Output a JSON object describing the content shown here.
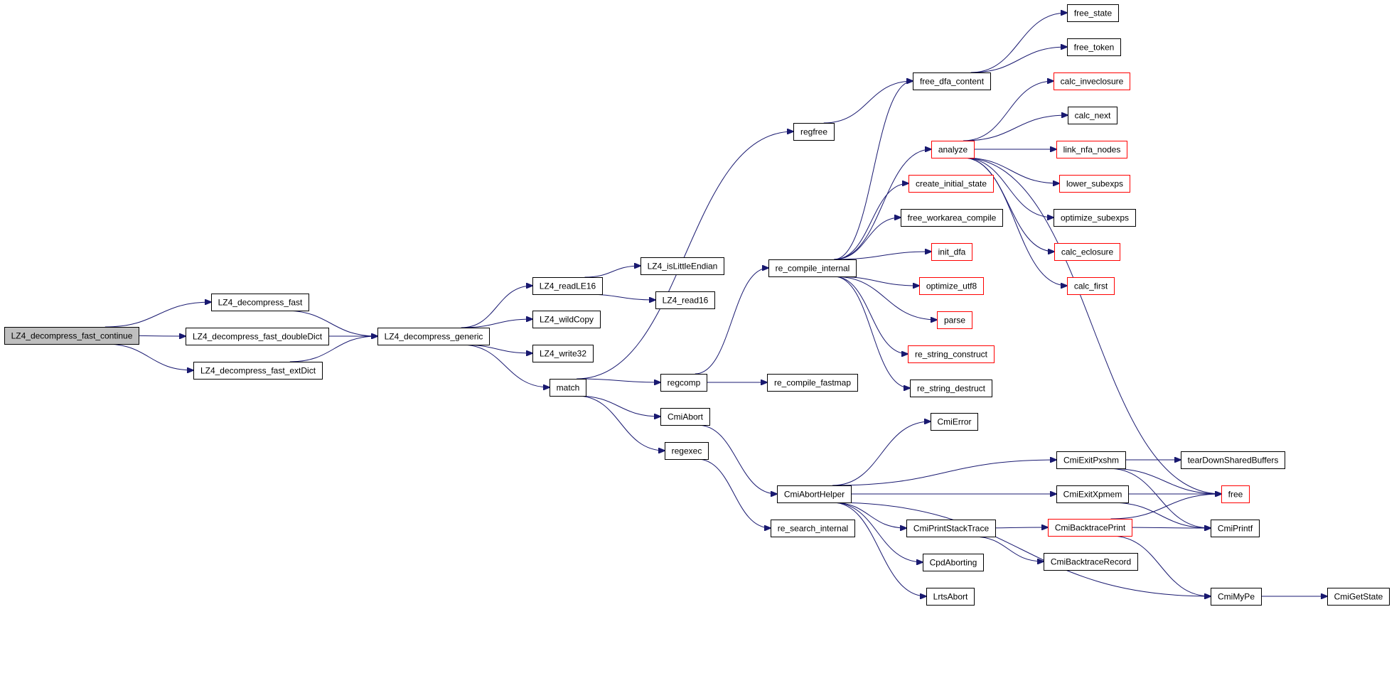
{
  "graph": {
    "colors": {
      "edge": "#191970",
      "node_border": "#000000",
      "truncated_node_border": "#ff0000",
      "root_fill": "#bfbfbf"
    },
    "nodes": [
      {
        "id": "n_root",
        "label": "LZ4_decompress_fast_continue",
        "style": "root"
      },
      {
        "id": "n_fast",
        "label": "LZ4_decompress_fast",
        "style": "normal"
      },
      {
        "id": "n_fast_dd",
        "label": "LZ4_decompress_fast_doubleDict",
        "style": "normal"
      },
      {
        "id": "n_fast_ext",
        "label": "LZ4_decompress_fast_extDict",
        "style": "normal"
      },
      {
        "id": "n_generic",
        "label": "LZ4_decompress_generic",
        "style": "normal"
      },
      {
        "id": "n_readle16",
        "label": "LZ4_readLE16",
        "style": "normal"
      },
      {
        "id": "n_islittle",
        "label": "LZ4_isLittleEndian",
        "style": "normal"
      },
      {
        "id": "n_read16",
        "label": "LZ4_read16",
        "style": "normal"
      },
      {
        "id": "n_wildcopy",
        "label": "LZ4_wildCopy",
        "style": "normal"
      },
      {
        "id": "n_write32",
        "label": "LZ4_write32",
        "style": "normal"
      },
      {
        "id": "n_match",
        "label": "match",
        "style": "normal"
      },
      {
        "id": "n_regfree",
        "label": "regfree",
        "style": "normal"
      },
      {
        "id": "n_regcomp",
        "label": "regcomp",
        "style": "normal"
      },
      {
        "id": "n_cmiabort",
        "label": "CmiAbort",
        "style": "normal"
      },
      {
        "id": "n_regexec",
        "label": "regexec",
        "style": "normal"
      },
      {
        "id": "n_recompint",
        "label": "re_compile_internal",
        "style": "normal"
      },
      {
        "id": "n_recompfast",
        "label": "re_compile_fastmap",
        "style": "normal"
      },
      {
        "id": "n_cmiaborthelper",
        "label": "CmiAbortHelper",
        "style": "normal"
      },
      {
        "id": "n_researchint",
        "label": "re_search_internal",
        "style": "normal"
      },
      {
        "id": "n_freedfa",
        "label": "free_dfa_content",
        "style": "normal"
      },
      {
        "id": "n_freestate",
        "label": "free_state",
        "style": "normal"
      },
      {
        "id": "n_freetoken",
        "label": "free_token",
        "style": "normal"
      },
      {
        "id": "n_analyze",
        "label": "analyze",
        "style": "truncated"
      },
      {
        "id": "n_createinit",
        "label": "create_initial_state",
        "style": "truncated"
      },
      {
        "id": "n_freework",
        "label": "free_workarea_compile",
        "style": "normal"
      },
      {
        "id": "n_initdfa",
        "label": "init_dfa",
        "style": "truncated"
      },
      {
        "id": "n_optutf8",
        "label": "optimize_utf8",
        "style": "truncated"
      },
      {
        "id": "n_parse",
        "label": "parse",
        "style": "truncated"
      },
      {
        "id": "n_rescon",
        "label": "re_string_construct",
        "style": "truncated"
      },
      {
        "id": "n_resdes",
        "label": "re_string_destruct",
        "style": "normal"
      },
      {
        "id": "n_calcinv",
        "label": "calc_inveclosure",
        "style": "truncated"
      },
      {
        "id": "n_calcnext",
        "label": "calc_next",
        "style": "normal"
      },
      {
        "id": "n_linknfa",
        "label": "link_nfa_nodes",
        "style": "truncated"
      },
      {
        "id": "n_lowersub",
        "label": "lower_subexps",
        "style": "truncated"
      },
      {
        "id": "n_optsub",
        "label": "optimize_subexps",
        "style": "normal"
      },
      {
        "id": "n_calcecl",
        "label": "calc_eclosure",
        "style": "truncated"
      },
      {
        "id": "n_calcfirst",
        "label": "calc_first",
        "style": "truncated"
      },
      {
        "id": "n_cmierror",
        "label": "CmiError",
        "style": "normal"
      },
      {
        "id": "n_exitpxshm",
        "label": "CmiExitPxshm",
        "style": "normal"
      },
      {
        "id": "n_exitxpmem",
        "label": "CmiExitXpmem",
        "style": "normal"
      },
      {
        "id": "n_printstack",
        "label": "CmiPrintStackTrace",
        "style": "normal"
      },
      {
        "id": "n_cpdabort",
        "label": "CpdAborting",
        "style": "normal"
      },
      {
        "id": "n_lrtsabort",
        "label": "LrtsAbort",
        "style": "normal"
      },
      {
        "id": "n_teardown",
        "label": "tearDownSharedBuffers",
        "style": "normal"
      },
      {
        "id": "n_free",
        "label": "free",
        "style": "truncated"
      },
      {
        "id": "n_btprint",
        "label": "CmiBacktracePrint",
        "style": "truncated"
      },
      {
        "id": "n_btrecord",
        "label": "CmiBacktraceRecord",
        "style": "normal"
      },
      {
        "id": "n_printf",
        "label": "CmiPrintf",
        "style": "normal"
      },
      {
        "id": "n_mype",
        "label": "CmiMyPe",
        "style": "normal"
      },
      {
        "id": "n_getstate",
        "label": "CmiGetState",
        "style": "normal"
      }
    ],
    "edges": [
      {
        "from": "n_root",
        "to": "n_fast"
      },
      {
        "from": "n_root",
        "to": "n_fast_dd"
      },
      {
        "from": "n_root",
        "to": "n_fast_ext"
      },
      {
        "from": "n_fast",
        "to": "n_generic"
      },
      {
        "from": "n_fast_dd",
        "to": "n_generic"
      },
      {
        "from": "n_fast_ext",
        "to": "n_generic"
      },
      {
        "from": "n_generic",
        "to": "n_readle16"
      },
      {
        "from": "n_generic",
        "to": "n_wildcopy"
      },
      {
        "from": "n_generic",
        "to": "n_write32"
      },
      {
        "from": "n_generic",
        "to": "n_match"
      },
      {
        "from": "n_readle16",
        "to": "n_islittle"
      },
      {
        "from": "n_readle16",
        "to": "n_read16"
      },
      {
        "from": "n_match",
        "to": "n_regfree"
      },
      {
        "from": "n_match",
        "to": "n_regcomp"
      },
      {
        "from": "n_match",
        "to": "n_cmiabort"
      },
      {
        "from": "n_match",
        "to": "n_regexec"
      },
      {
        "from": "n_regfree",
        "to": "n_freedfa"
      },
      {
        "from": "n_regcomp",
        "to": "n_recompint"
      },
      {
        "from": "n_regcomp",
        "to": "n_recompfast"
      },
      {
        "from": "n_cmiabort",
        "to": "n_cmiaborthelper"
      },
      {
        "from": "n_regexec",
        "to": "n_researchint"
      },
      {
        "from": "n_freedfa",
        "to": "n_freestate"
      },
      {
        "from": "n_freedfa",
        "to": "n_freetoken"
      },
      {
        "from": "n_recompint",
        "to": "n_freedfa"
      },
      {
        "from": "n_recompint",
        "to": "n_analyze"
      },
      {
        "from": "n_recompint",
        "to": "n_createinit"
      },
      {
        "from": "n_recompint",
        "to": "n_freework"
      },
      {
        "from": "n_recompint",
        "to": "n_initdfa"
      },
      {
        "from": "n_recompint",
        "to": "n_optutf8"
      },
      {
        "from": "n_recompint",
        "to": "n_parse"
      },
      {
        "from": "n_recompint",
        "to": "n_rescon"
      },
      {
        "from": "n_recompint",
        "to": "n_resdes"
      },
      {
        "from": "n_analyze",
        "to": "n_calcinv"
      },
      {
        "from": "n_analyze",
        "to": "n_calcnext"
      },
      {
        "from": "n_analyze",
        "to": "n_linknfa"
      },
      {
        "from": "n_analyze",
        "to": "n_lowersub"
      },
      {
        "from": "n_analyze",
        "to": "n_optsub"
      },
      {
        "from": "n_analyze",
        "to": "n_calcecl"
      },
      {
        "from": "n_analyze",
        "to": "n_calcfirst"
      },
      {
        "from": "n_analyze",
        "to": "n_free"
      },
      {
        "from": "n_cmiaborthelper",
        "to": "n_cmierror"
      },
      {
        "from": "n_cmiaborthelper",
        "to": "n_exitpxshm"
      },
      {
        "from": "n_cmiaborthelper",
        "to": "n_exitxpmem"
      },
      {
        "from": "n_cmiaborthelper",
        "to": "n_printstack"
      },
      {
        "from": "n_cmiaborthelper",
        "to": "n_cpdabort"
      },
      {
        "from": "n_cmiaborthelper",
        "to": "n_lrtsabort"
      },
      {
        "from": "n_cmiaborthelper",
        "to": "n_mype"
      },
      {
        "from": "n_exitpxshm",
        "to": "n_teardown"
      },
      {
        "from": "n_exitpxshm",
        "to": "n_free"
      },
      {
        "from": "n_exitpxshm",
        "to": "n_printf"
      },
      {
        "from": "n_exitxpmem",
        "to": "n_free"
      },
      {
        "from": "n_exitxpmem",
        "to": "n_printf"
      },
      {
        "from": "n_printstack",
        "to": "n_btprint"
      },
      {
        "from": "n_printstack",
        "to": "n_btrecord"
      },
      {
        "from": "n_btprint",
        "to": "n_free"
      },
      {
        "from": "n_btprint",
        "to": "n_printf"
      },
      {
        "from": "n_btprint",
        "to": "n_mype"
      },
      {
        "from": "n_mype",
        "to": "n_getstate"
      }
    ]
  }
}
